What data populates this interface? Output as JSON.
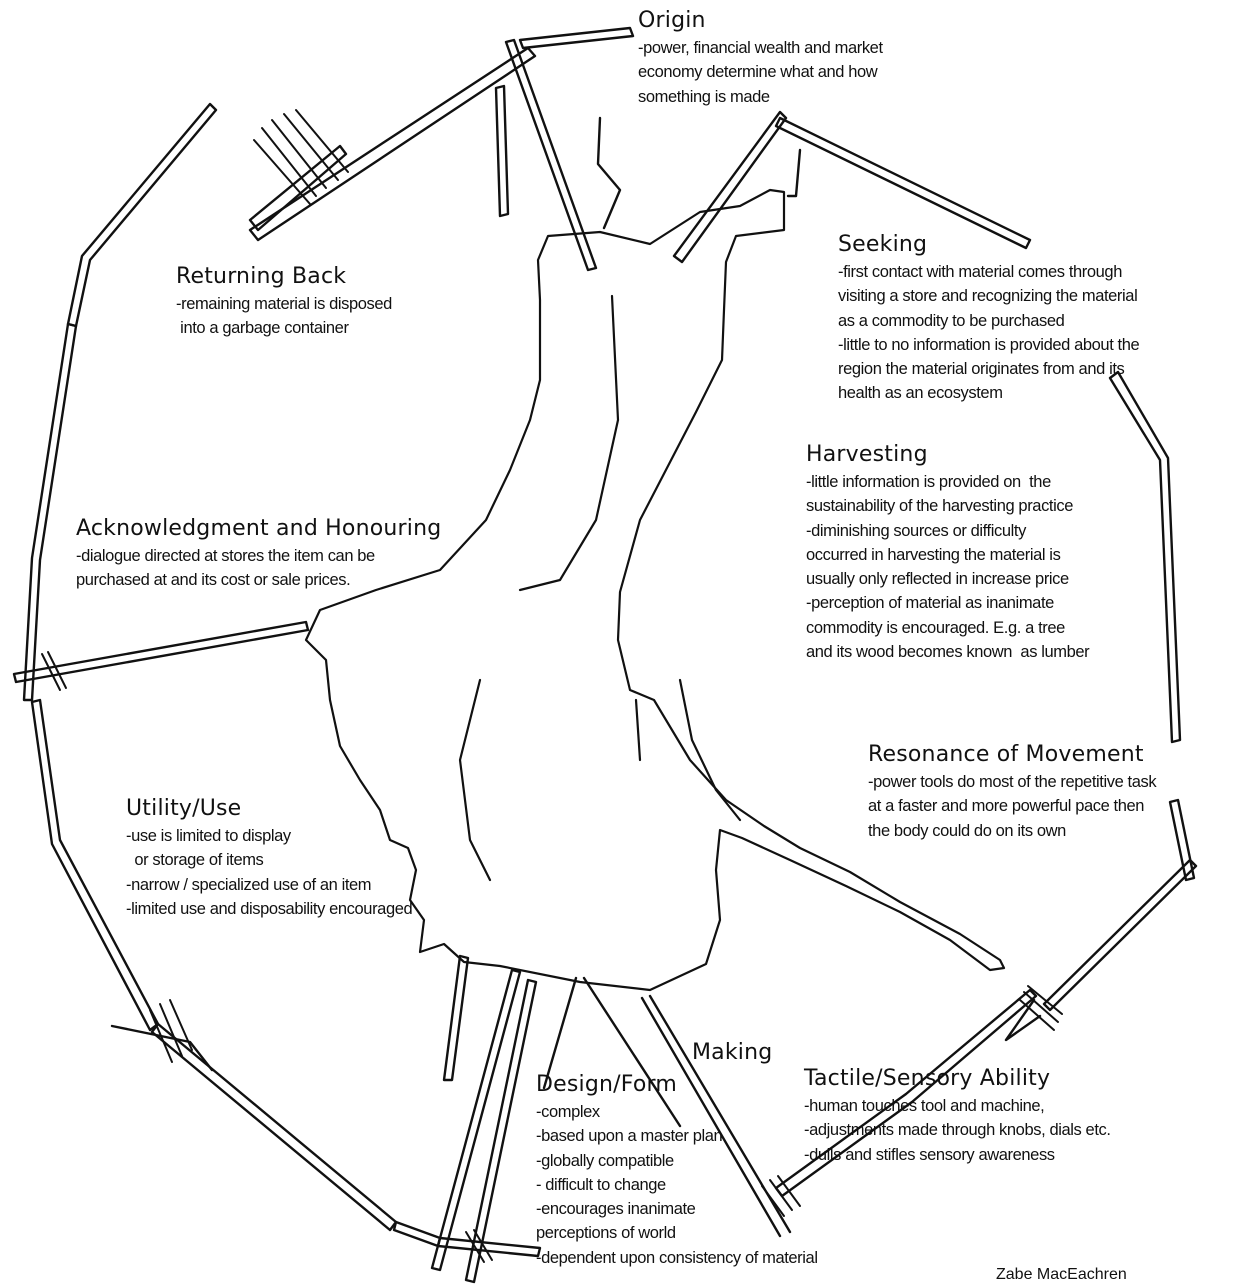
{
  "stages": {
    "origin": {
      "title": "Origin",
      "lines": [
        "-power, financial wealth and market",
        "economy determine what and how",
        "something is made"
      ]
    },
    "seeking": {
      "title": "Seeking",
      "lines": [
        "-first contact with material comes through",
        "visiting a store and recognizing the material",
        "as a commodity to be purchased",
        "-little to no information is provided about the",
        "region the material originates from and its",
        "health as an ecosystem"
      ]
    },
    "harvesting": {
      "title": "Harvesting",
      "lines": [
        "-little information is provided on  the",
        "sustainability of the harvesting practice",
        "-diminishing sources or difficulty",
        "occurred in harvesting the material is",
        "usually only reflected in increase price",
        "-perception of material as inanimate",
        "commodity is encouraged. E.g. a tree",
        "and its wood becomes known  as lumber"
      ]
    },
    "resonance": {
      "title": "Resonance of Movement",
      "lines": [
        "-power tools do most of the repetitive task",
        "at a faster and more powerful pace then",
        "the body could do on its own"
      ]
    },
    "tactile": {
      "title": "Tactile/Sensory Ability",
      "lines": [
        "-human touches tool and machine,",
        "-adjustments made through knobs, dials etc.",
        "-dulls and stifles sensory awareness"
      ]
    },
    "making": {
      "title": "Making",
      "lines": []
    },
    "design": {
      "title": "Design/Form",
      "lines": [
        "-complex",
        "-based upon a master plan",
        "-globally compatible",
        "- difficult to change",
        "-encourages inanimate",
        "perceptions of world",
        "-dependent upon consistency of material"
      ]
    },
    "utility": {
      "title": "Utility/Use",
      "lines": [
        "-use is limited to display",
        "  or storage of items",
        "-narrow / specialized use of an item",
        "-limited use and disposability encouraged"
      ]
    },
    "acknowledgment": {
      "title": "Acknowledgment and Honouring",
      "lines": [
        "-dialogue directed at stores the item can be",
        "purchased at and its cost or sale prices."
      ]
    },
    "returning": {
      "title": "Returning Back",
      "lines": [
        "-remaining material is disposed",
        " into a garbage container"
      ]
    }
  },
  "credit": "Zabe MacEachren"
}
